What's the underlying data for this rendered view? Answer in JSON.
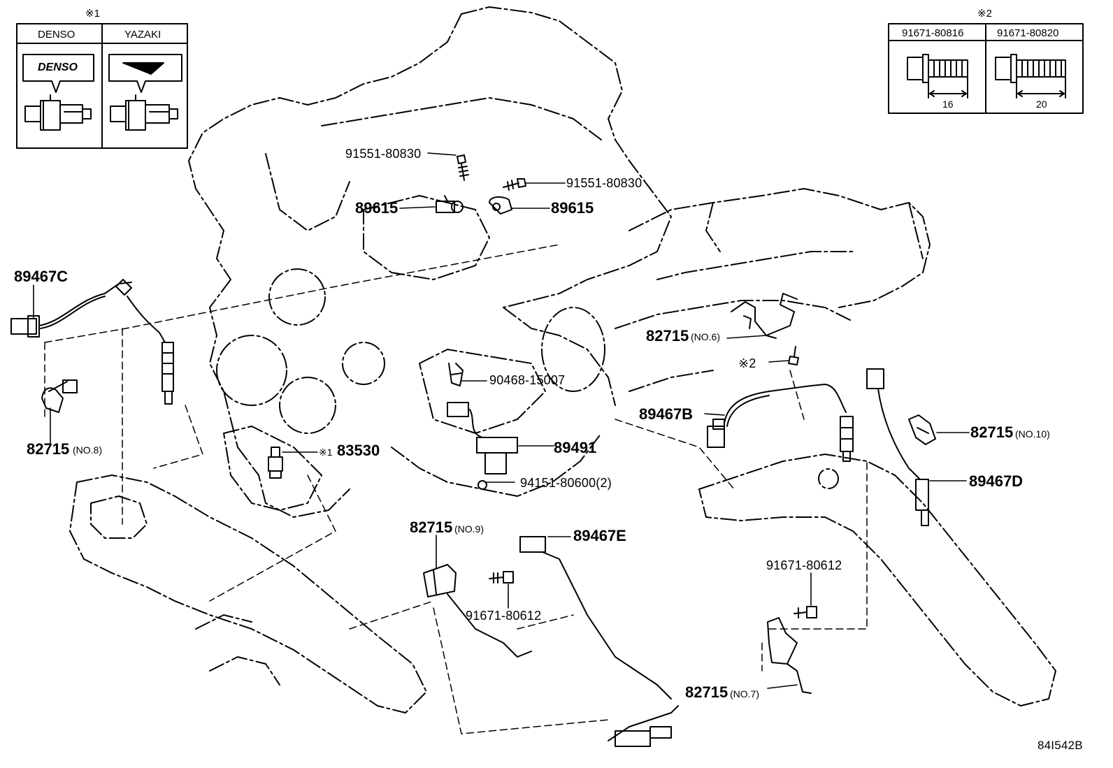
{
  "inset_left": {
    "marker": "※1",
    "col1": "DENSO",
    "col2": "YAZAKI",
    "logo": "DENSO"
  },
  "inset_right": {
    "marker": "※2",
    "col1": "91671-80816",
    "col2": "91671-80820",
    "len1": "16",
    "len2": "20"
  },
  "callouts": {
    "c91551a": "91551-80830",
    "c91551b": "91551-80830",
    "c89615a": "89615",
    "c89615b": "89615",
    "c89467c": "89467C",
    "c82715_8_num": "82715",
    "c82715_8_sub": "(NO.8)",
    "c82715_6_num": "82715",
    "c82715_6_sub": "(NO.6)",
    "c_mark2": "※2",
    "c90468": "90468-15007",
    "c89467b": "89467B",
    "c82715_10_num": "82715",
    "c82715_10_sub": "(NO.10)",
    "c83530_mark": "※1",
    "c83530": "83530",
    "c89491": "89491",
    "c89467d": "89467D",
    "c94151": "94151-80600(2)",
    "c82715_9_num": "82715",
    "c82715_9_sub": "(NO.9)",
    "c89467e": "89467E",
    "c91671a": "91671-80612",
    "c91671b": "91671-80612",
    "c82715_7_num": "82715",
    "c82715_7_sub": "(NO.7)"
  },
  "diagram_id": "84I542B"
}
